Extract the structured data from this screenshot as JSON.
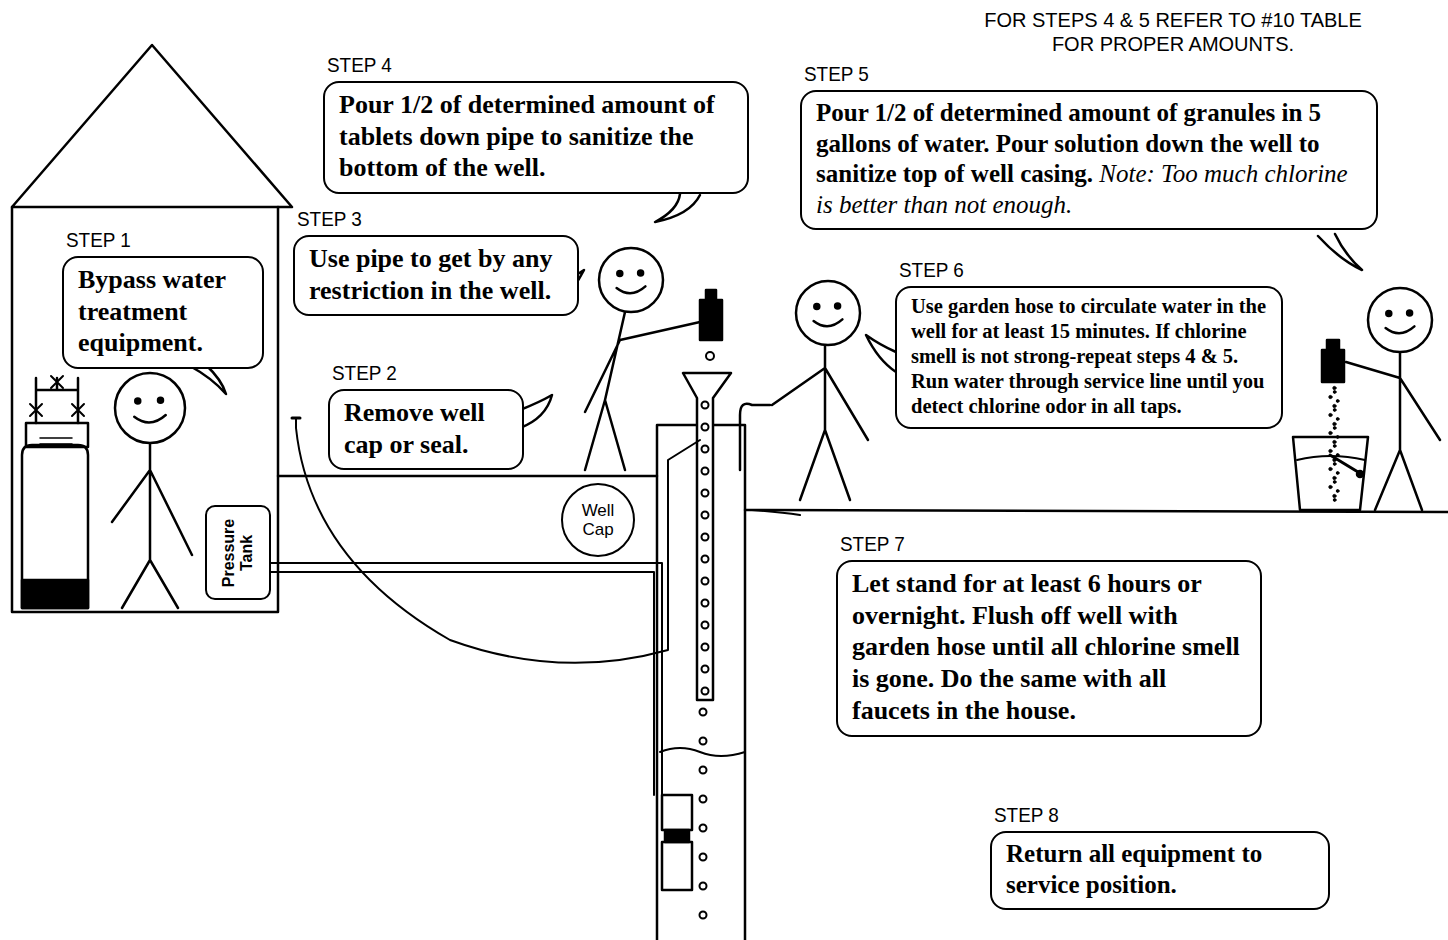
{
  "diagram": {
    "nodes": [
      {
        "text": [
          "STEP 4",
          "Pour 1/2 of determined amount of tablets down pipe to sanitize the bottom of the well."
        ]
      },
      {
        "text": [
          "STEP 5",
          "Pour 1/2 of determined amount of granules in 5 gallons of water. Pour solution down the well to sanitize top of well casing.",
          "Note: Too much chlorine is better than not enough."
        ]
      },
      {
        "text": [
          "STEP 3",
          "Use pipe to get by any restriction in the well."
        ]
      },
      {
        "text": [
          "STEP 1",
          "Bypass water treatment equipment."
        ]
      },
      {
        "text": [
          "STEP 6",
          "Use garden hose to circulate water in the well for at least 15 minutes. If chlorine smell is not strong-repeat steps 4 & 5. Run water through service line until you detect chlorine odor in all taps."
        ]
      },
      {
        "text": [
          "STEP 2",
          "Remove well cap or seal."
        ]
      },
      {
        "text": [
          "Well Cap"
        ]
      },
      {
        "text": [
          "Pressure Tank"
        ]
      },
      {
        "text": [
          "STEP 7",
          "Let stand for at least 6 hours or overnight. Flush off well with garden hose until all chlorine smell is gone. Do the same with all faucets in the house."
        ]
      },
      {
        "text": [
          "STEP 8",
          "Return all equipment to service position."
        ]
      }
    ],
    "labels": [
      "FOR STEPS 4 & 5 REFER TO #10 TABLE FOR PROPER AMOUNTS."
    ]
  }
}
